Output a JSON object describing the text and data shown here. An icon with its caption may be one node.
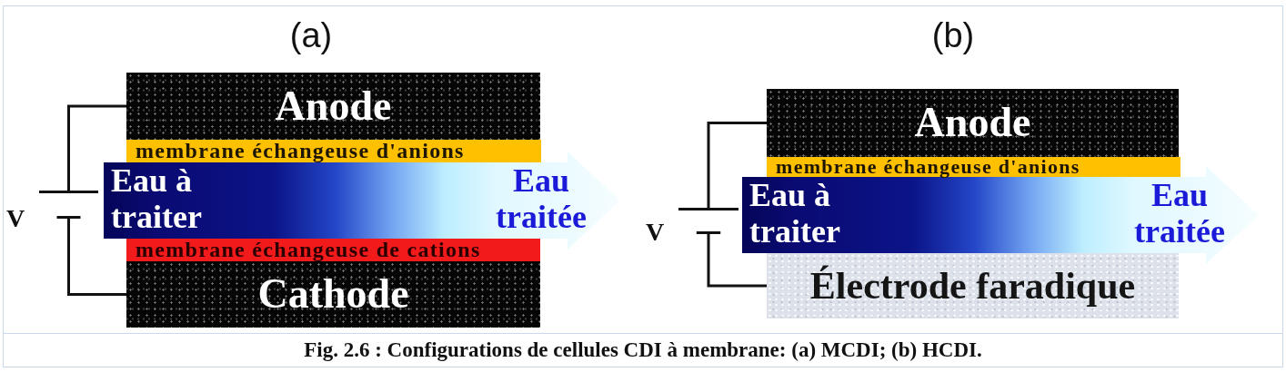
{
  "diagram": {
    "caption": "Fig. 2.6 : Configurations de cellules CDI à membrane: (a) MCDI; (b) HCDI.",
    "nodes": [
      {
        "text": [
          "Anode"
        ]
      },
      {
        "text": [
          "membrane échangeuse d'anions"
        ]
      },
      {
        "text": [
          "Eau à traiter",
          "Eau traitée"
        ]
      },
      {
        "text": [
          "membrane échangeuse de cations"
        ]
      },
      {
        "text": [
          "Cathode"
        ]
      },
      {
        "text": [],
        "shape": "battery",
        "beside": [
          "V"
        ]
      },
      {
        "text": [
          "Anode"
        ]
      },
      {
        "text": [
          "membrane échangeuse d'anions"
        ]
      },
      {
        "text": [
          "Eau à traiter",
          "Eau traitée"
        ]
      },
      {
        "text": [
          "Électrode faradique"
        ]
      },
      {
        "text": [],
        "shape": "battery",
        "beside": [
          "V"
        ]
      }
    ],
    "edges": [
      {
        "from": 5,
        "to": 0,
        "arrow": "none"
      },
      {
        "from": 5,
        "to": 4,
        "arrow": "none"
      },
      {
        "from": 10,
        "to": 6,
        "arrow": "none"
      },
      {
        "from": 10,
        "to": 9,
        "arrow": "none"
      }
    ],
    "labels": [
      "(a)",
      "(b)"
    ]
  }
}
